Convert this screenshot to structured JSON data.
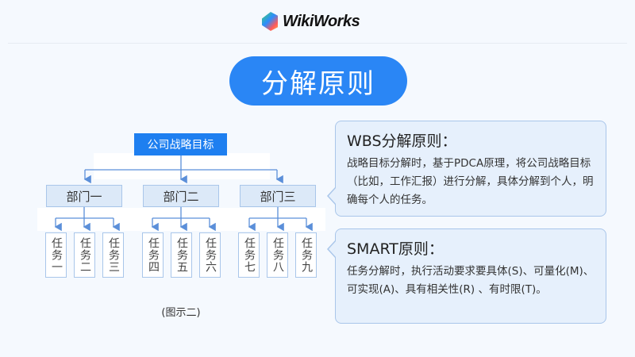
{
  "header": {
    "logo_text": "WikiWorks"
  },
  "title": "分解原则",
  "diagram": {
    "root": "公司战略目标",
    "departments": [
      {
        "label": "部门一",
        "tasks": [
          "任务一",
          "任务二",
          "任务三"
        ]
      },
      {
        "label": "部门二",
        "tasks": [
          "任务四",
          "任务五",
          "任务六"
        ]
      },
      {
        "label": "部门三",
        "tasks": [
          "任务七",
          "任务八",
          "任务九"
        ]
      }
    ],
    "caption": "(图示二)"
  },
  "cards": [
    {
      "title": "WBS分解原则：",
      "body": "战略目标分解时，基于PDCA原理，将公司战略目标（比如，工作汇报）进行分解，具体分解到个人，明确每个人的任务。"
    },
    {
      "title": "SMART原则：",
      "body": "任务分解时，执行活动要求要具体(S)、可量化(M)、可实现(A)、具有相关性(R) 、有时限(T)。"
    }
  ],
  "colors": {
    "accent": "#2a86f5",
    "node": "#1e7ff0",
    "dept_bg": "#dce9f8",
    "line": "#5b8fd9"
  }
}
